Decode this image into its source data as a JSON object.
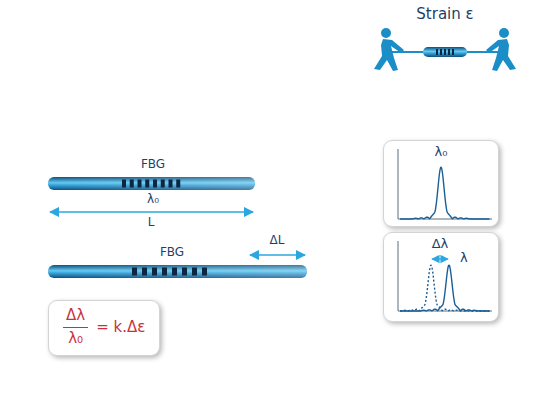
{
  "diagram": {
    "nodes": [
      {
        "text": [
          "λ₀"
        ]
      },
      {
        "text": [
          "Δλ",
          "λ"
        ]
      },
      {
        "text": [
          "Δλ",
          "λ₀",
          "= k.Δε"
        ]
      }
    ],
    "labels": [
      "Strain ε",
      "FBG",
      "λ₀",
      "L",
      "FBG",
      "ΔL"
    ]
  }
}
